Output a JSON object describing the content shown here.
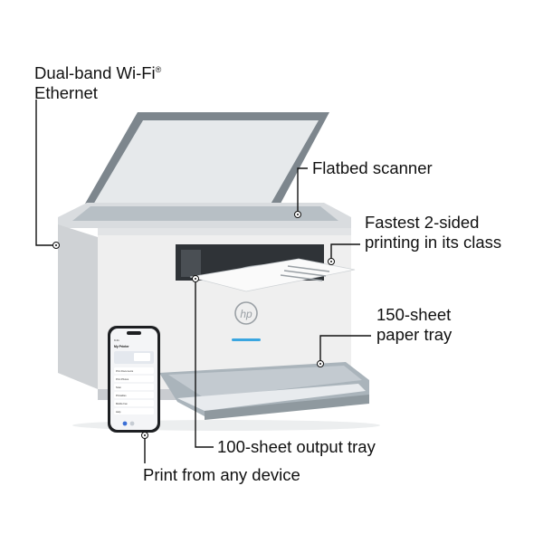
{
  "callouts": {
    "wifi_line1": "Dual-band Wi-Fi",
    "wifi_reg": "®",
    "wifi_line2": "Ethernet",
    "scanner": "Flatbed scanner",
    "duplex_line1": "Fastest 2-sided",
    "duplex_line2": "printing in its class",
    "tray_line1": "150-sheet",
    "tray_line2": "paper tray",
    "output": "100-sheet output tray",
    "device": "Print from any device"
  },
  "brand": {
    "logo": "hp"
  },
  "colors": {
    "printer_body": "#eeeeee",
    "lid_frame": "#7d868d",
    "glass": "#dfe3e6",
    "tray": "#aab4bb",
    "status_light": "#3aa6e0",
    "text": "#111111"
  },
  "phone": {
    "time": "9:41",
    "title": "My Printer",
    "list_items": [
      "Print Documents",
      "Print Photos",
      "Scan",
      "Printables",
      "Mobile Fax",
      "Help"
    ]
  }
}
